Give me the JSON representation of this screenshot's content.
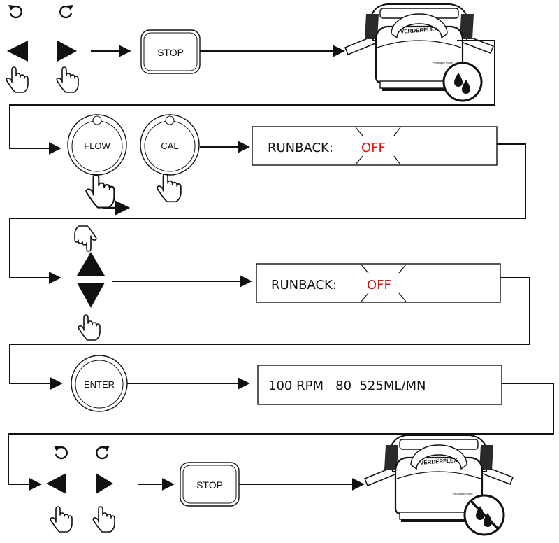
{
  "buttons": {
    "stop": "STOP",
    "flow": "FLOW",
    "cal": "CAL",
    "enter": "ENTER"
  },
  "displays": {
    "runback_label": "RUNBACK:",
    "runback_value": "OFF",
    "status_text": "100 RPM   80  525ML/MN"
  },
  "pump": {
    "brand": "VERDERFLEX",
    "model": "Peristaltic Pump"
  },
  "colors": {
    "blink_value": "#e01010",
    "line": "#111111"
  },
  "icons": [
    "rotate-ccw-icon",
    "rotate-cw-icon",
    "hand-press-icon",
    "drop-icon",
    "no-drop-icon"
  ]
}
